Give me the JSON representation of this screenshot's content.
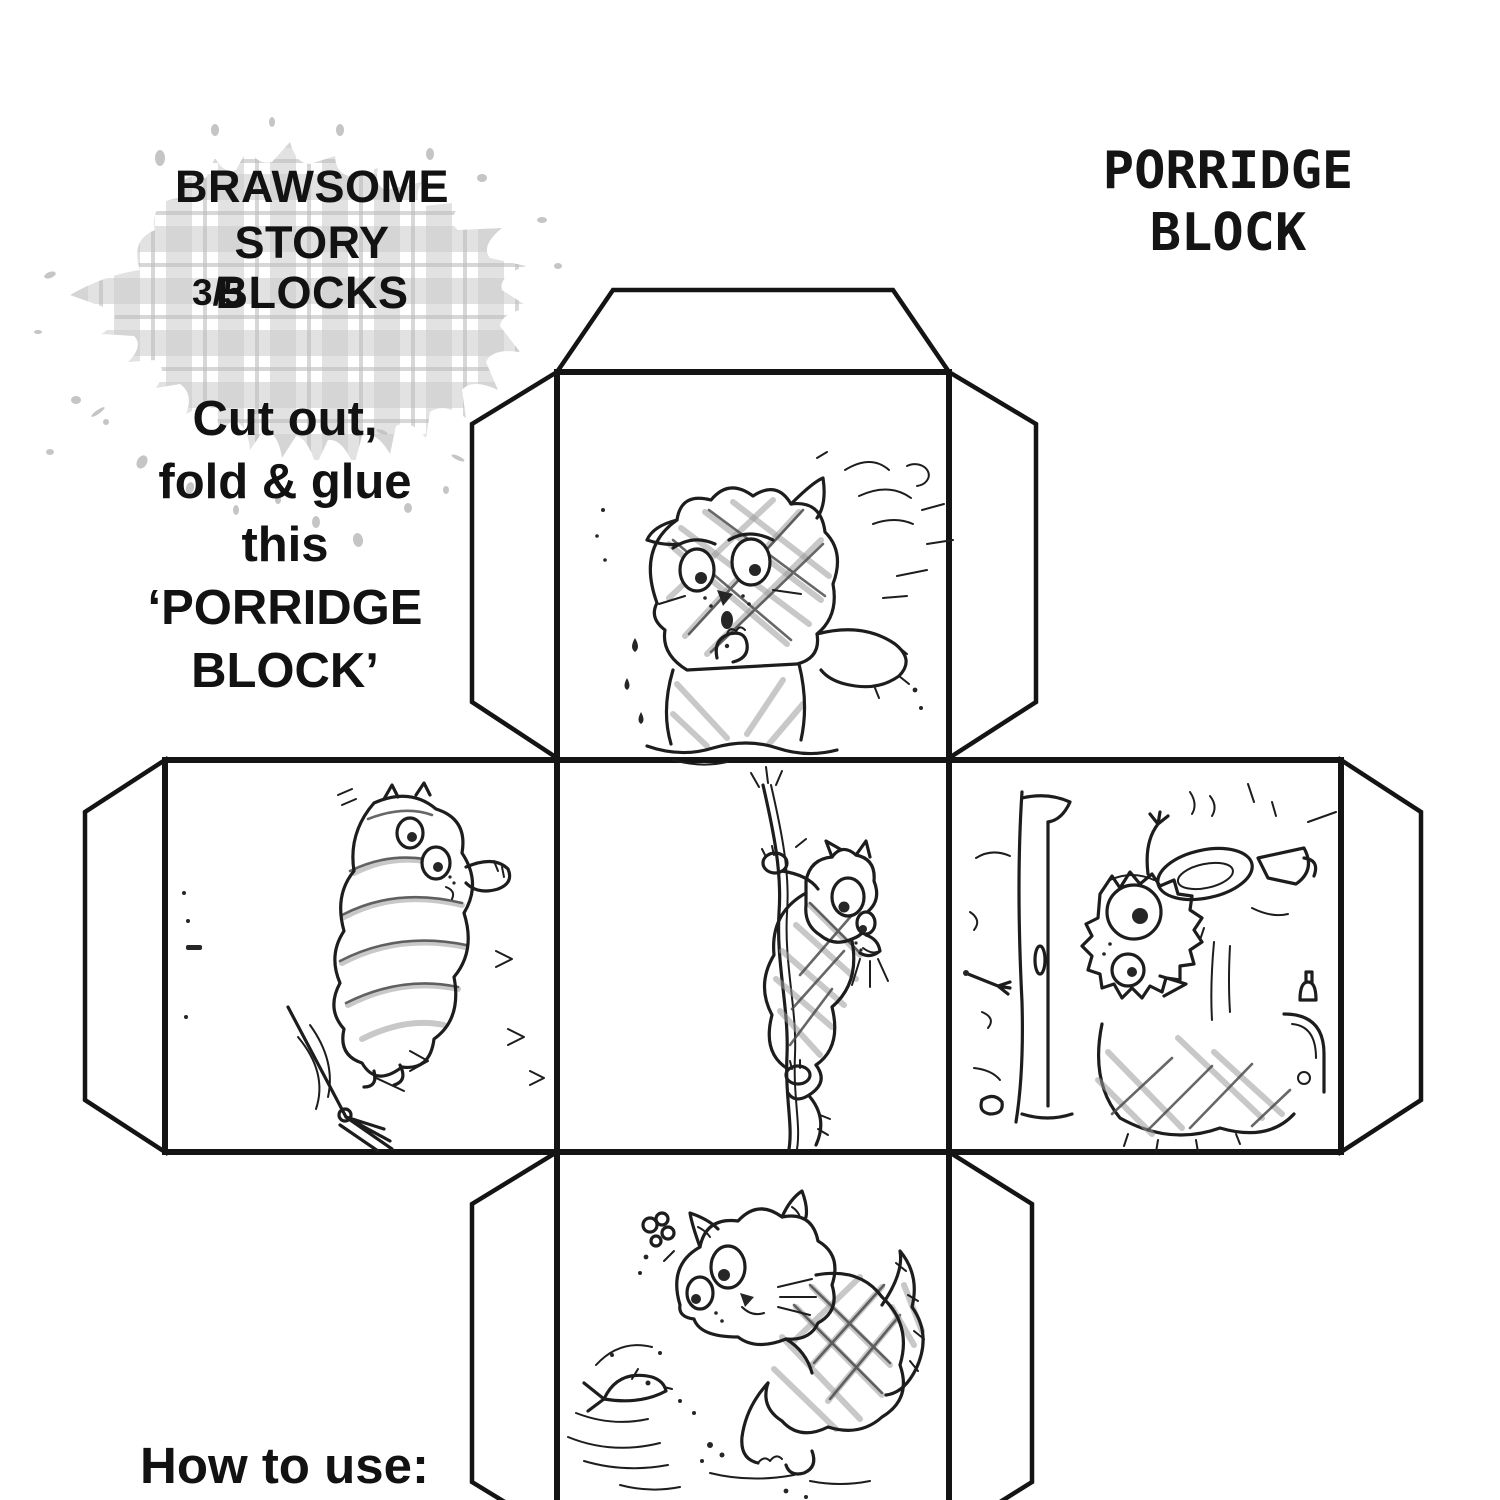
{
  "header": {
    "badge": {
      "title_line1": "BRAWSOME",
      "title_line2": "STORY BLOCKS",
      "sheet_number": "3/5"
    },
    "block_label": {
      "line1": "PORRIDGE",
      "line2": "BLOCK"
    }
  },
  "instructions": {
    "cut_fold_glue": {
      "line1": "Cut out,",
      "line2": "fold & glue",
      "line3": "this",
      "line4": "‘PORRIDGE",
      "line5": "BLOCK’"
    },
    "how_to_use_label": "How to use:"
  },
  "net": {
    "type": "cube-net-with-glue-tabs",
    "glue_tab_count": 7,
    "faces": [
      {
        "id": "top",
        "scene": "soggy sad tartan cat shivering in water with drips and swirls"
      },
      {
        "id": "middle-left",
        "scene": "tartan cat tumbling through the air above a fallen broom"
      },
      {
        "id": "middle-center",
        "scene": "tartan cat clinging to a rope and looking down"
      },
      {
        "id": "middle-right",
        "scene": "startled tartan cat amid flying kitchen crockery, cup, plate and fork"
      },
      {
        "id": "bottom",
        "scene": "tartan cat at the water's edge surprised by a leaping fish"
      }
    ]
  },
  "colors": {
    "ink": "#141414",
    "paper": "#ffffff",
    "splat_gray": "#c9c9c9"
  }
}
